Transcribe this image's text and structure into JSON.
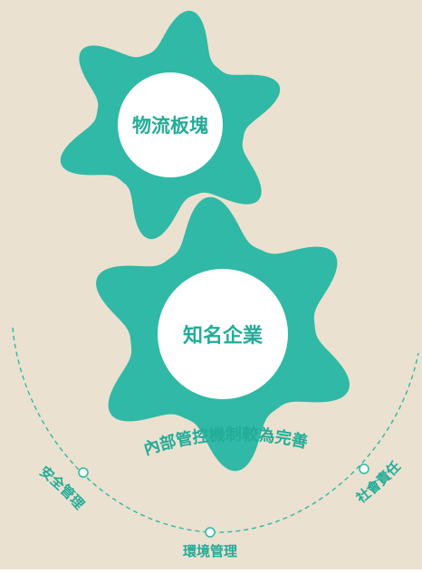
{
  "colors": {
    "background": "#ede3d2",
    "gear": "#2fb9a6",
    "gear_hole": "#ffffff",
    "accent_text": "#23ac98",
    "dashed_line": "#2fb9a6"
  },
  "gears": {
    "top": {
      "label": "物流板塊"
    },
    "bottom": {
      "label": "知名企業"
    }
  },
  "arc": {
    "headline": "內部管控機制較為完善",
    "labels": {
      "left": "安全管理",
      "center": "環境管理",
      "right": "社會責任"
    }
  }
}
